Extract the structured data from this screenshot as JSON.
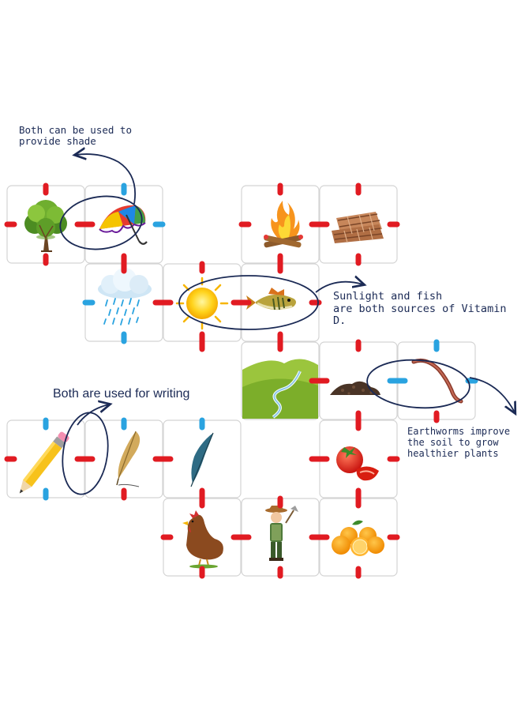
{
  "annotations": {
    "shade": "Both can be used to\nprovide shade",
    "vitamin": "Sunlight and fish\nare both sources of Vitamin D.",
    "writing": "Both are used for writing",
    "earthworm": "Earthworms improve\nthe soil to grow\nhealthier plants"
  },
  "cards": [
    {
      "name": "tree",
      "icon": "tree-icon"
    },
    {
      "name": "umbrella",
      "icon": "umbrella-icon"
    },
    {
      "name": "campfire",
      "icon": "campfire-icon"
    },
    {
      "name": "blanket",
      "icon": "folded-blanket-icon"
    },
    {
      "name": "rain-cloud",
      "icon": "rain-cloud-icon"
    },
    {
      "name": "sun",
      "icon": "sun-icon"
    },
    {
      "name": "fish",
      "icon": "fish-icon"
    },
    {
      "name": "landscape",
      "icon": "hills-river-icon"
    },
    {
      "name": "soil",
      "icon": "soil-pile-icon"
    },
    {
      "name": "earthworm",
      "icon": "earthworm-icon"
    },
    {
      "name": "pencil",
      "icon": "pencil-icon"
    },
    {
      "name": "quill",
      "icon": "quill-icon"
    },
    {
      "name": "feather",
      "icon": "feather-icon"
    },
    {
      "name": "tomato",
      "icon": "tomato-icon"
    },
    {
      "name": "hen",
      "icon": "hen-icon"
    },
    {
      "name": "farmer",
      "icon": "farmer-icon"
    },
    {
      "name": "oranges",
      "icon": "oranges-icon"
    }
  ],
  "colors": {
    "connector_red": "#e11b22",
    "connector_blue": "#2aa3e0",
    "annotation_ink": "#1b2a55",
    "card_border": "#d4d4d4"
  }
}
